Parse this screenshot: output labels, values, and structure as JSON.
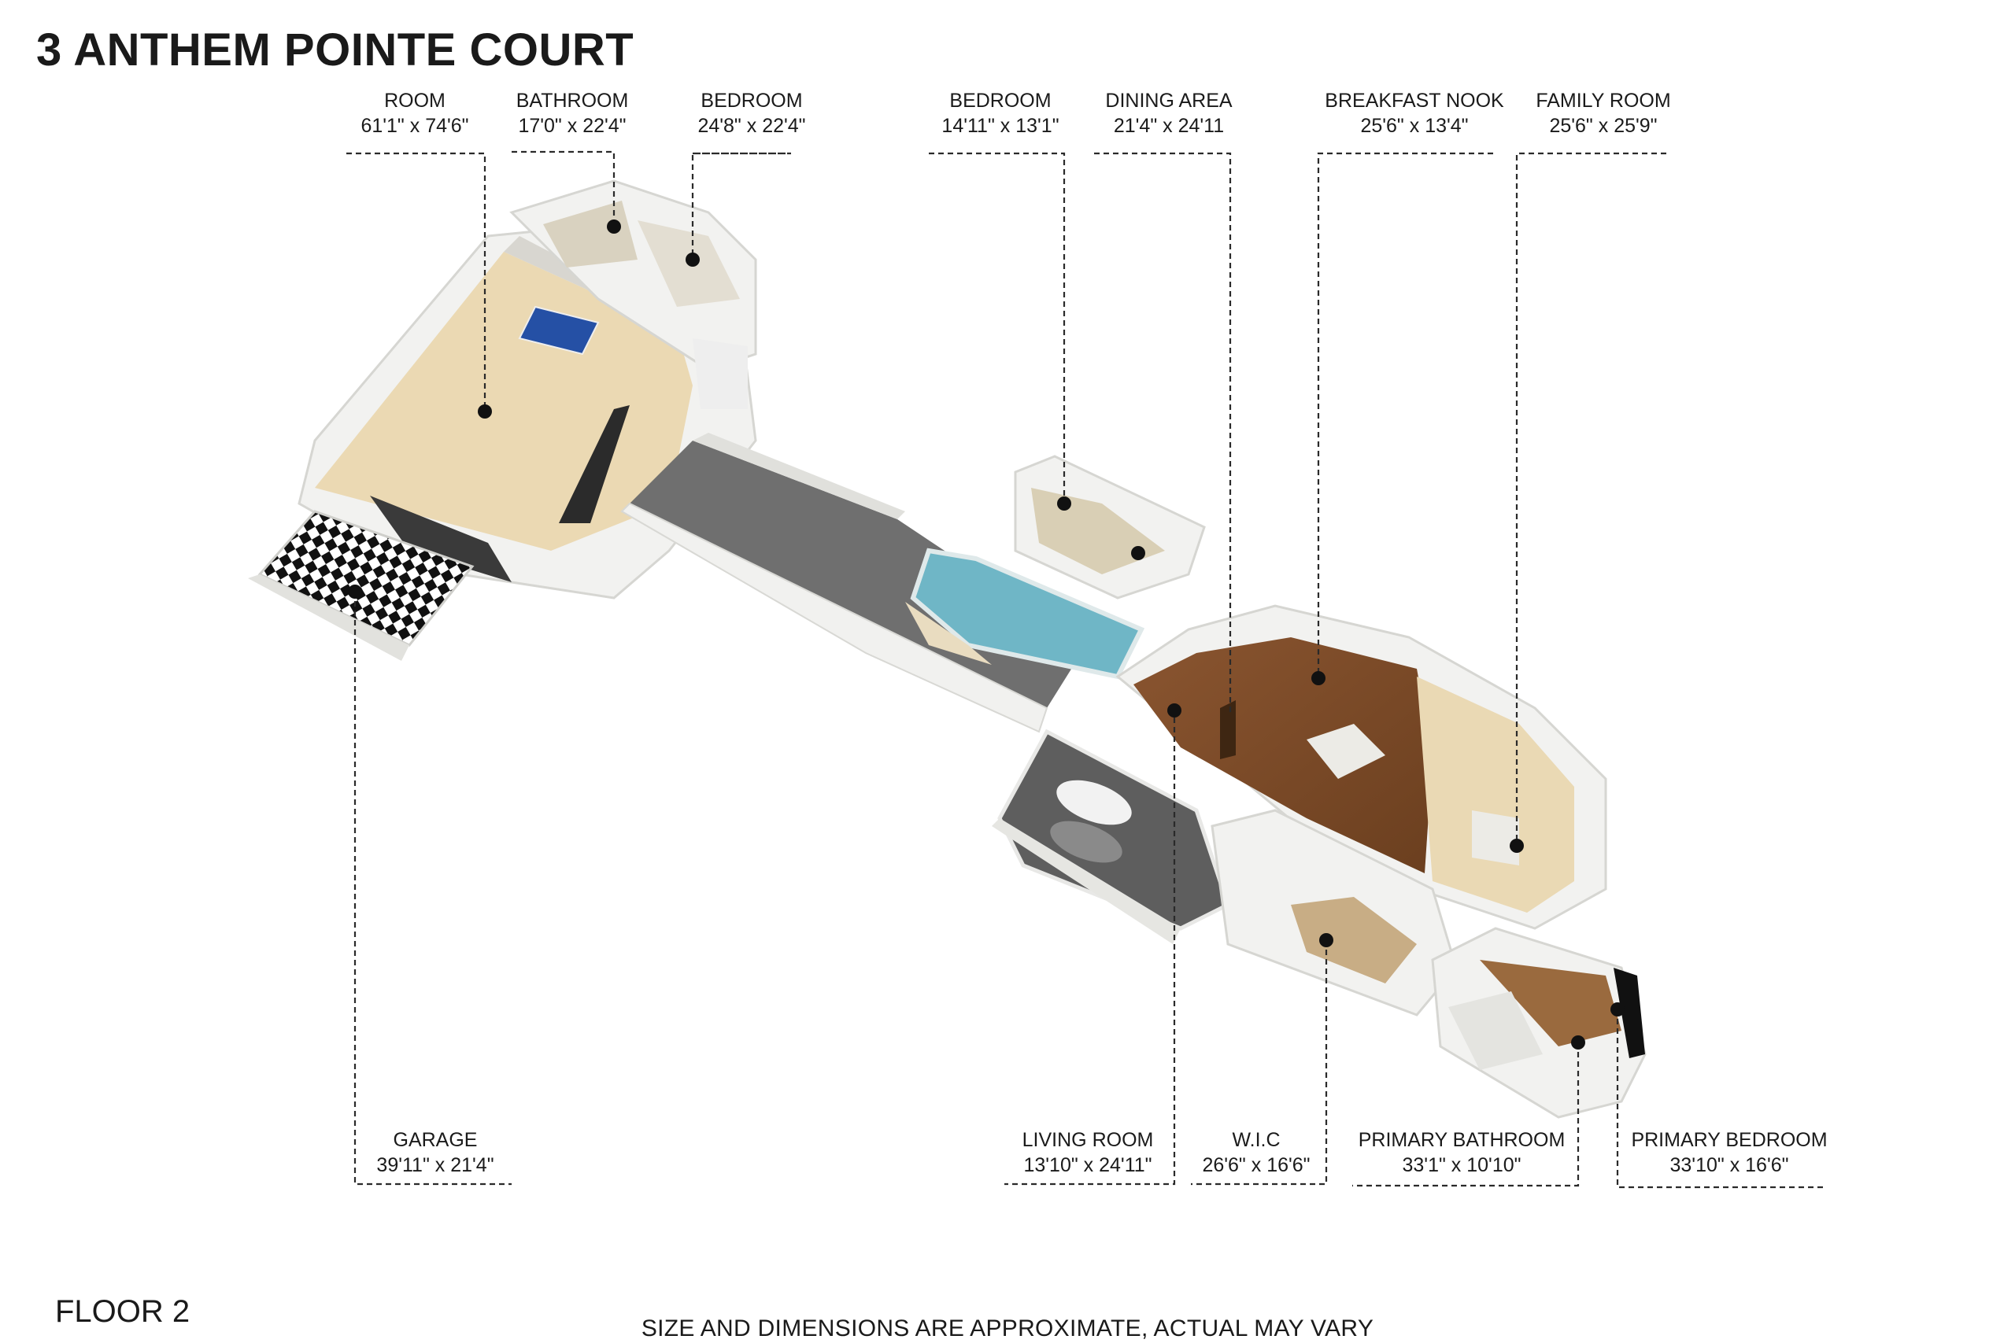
{
  "title": "3 ANTHEM POINTE COURT",
  "floor": "FLOOR 2",
  "disclaimer": "SIZE AND DIMENSIONS ARE APPROXIMATE, ACTUAL MAY VARY",
  "rooms_top": [
    {
      "id": "room",
      "name": "ROOM",
      "dims": "61'1\" x 74'6\""
    },
    {
      "id": "bathroom",
      "name": "BATHROOM",
      "dims": "17'0\" x 22'4\""
    },
    {
      "id": "bedroom-1",
      "name": "BEDROOM",
      "dims": "24'8\" x 22'4\""
    },
    {
      "id": "bedroom-2",
      "name": "BEDROOM",
      "dims": "14'11\" x 13'1\""
    },
    {
      "id": "dining-area",
      "name": "DINING AREA",
      "dims": "21'4\" x 24'11"
    },
    {
      "id": "breakfast-nook",
      "name": "BREAKFAST NOOK",
      "dims": "25'6\" x 13'4\""
    },
    {
      "id": "family-room",
      "name": "FAMILY ROOM",
      "dims": "25'6\" x 25'9\""
    }
  ],
  "rooms_bottom": [
    {
      "id": "garage",
      "name": "GARAGE",
      "dims": "39'11\" x 21'4\""
    },
    {
      "id": "living-room",
      "name": "LIVING ROOM",
      "dims": "13'10\" x 24'11\""
    },
    {
      "id": "wic",
      "name": "W.I.C",
      "dims": "26'6\" x 16'6\""
    },
    {
      "id": "primary-bathroom",
      "name": "PRIMARY BATHROOM",
      "dims": "33'1\" x 10'10\""
    },
    {
      "id": "primary-bedroom",
      "name": "PRIMARY BEDROOM",
      "dims": "33'10\" x 16'6\""
    }
  ],
  "colors": {
    "wall": "#f4f4f2",
    "wall_shadow": "#d9d9d6",
    "wood_light": "#ead9b4",
    "wood_dark": "#7a4a26",
    "concrete": "#6f6f6f",
    "pool": "#6fb6c6",
    "leader": "#2a2a2a"
  }
}
